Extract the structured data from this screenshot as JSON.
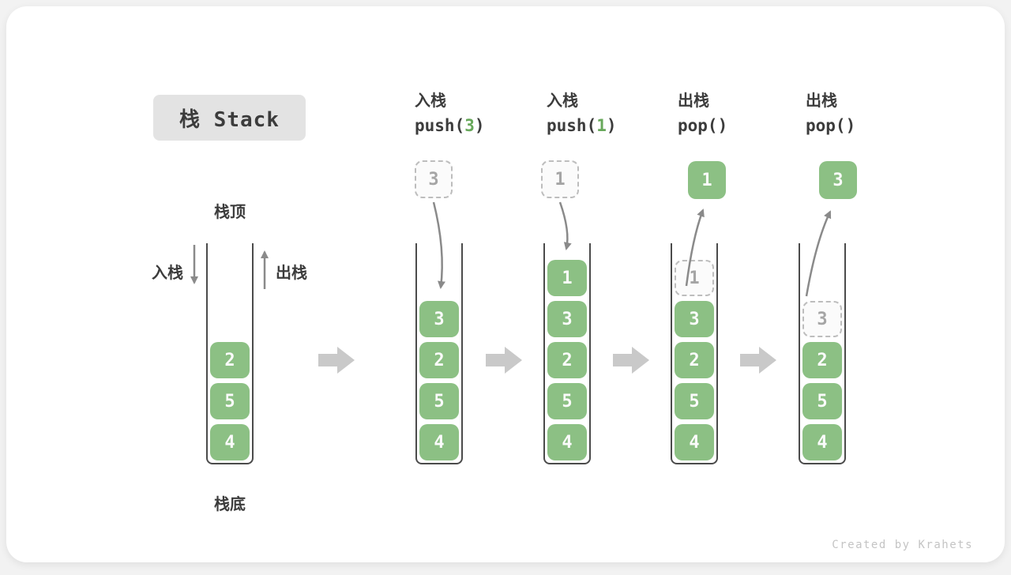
{
  "title": "栈 Stack",
  "watermark": "Created by Krahets",
  "colors": {
    "box_green": "#8cc084",
    "code_arg_green": "#67a85a",
    "block_arrow_gray": "#c9c9c9",
    "curve_arrow_gray": "#8a8a8a",
    "wall_dark": "#4b4b4b",
    "title_bg": "#e3e3e3"
  },
  "legend": {
    "stack_top": "栈顶",
    "stack_bottom": "栈底",
    "push": "入栈",
    "pop": "出栈"
  },
  "stages": [
    {
      "cells": [
        {
          "v": "2"
        },
        {
          "v": "5"
        },
        {
          "v": "4"
        }
      ]
    },
    {
      "op": "入栈",
      "code_pre": "push(",
      "code_arg": "3",
      "code_post": ")",
      "floating": {
        "v": "3"
      },
      "cells": [
        {
          "v": "3"
        },
        {
          "v": "2"
        },
        {
          "v": "5"
        },
        {
          "v": "4"
        }
      ]
    },
    {
      "op": "入栈",
      "code_pre": "push(",
      "code_arg": "1",
      "code_post": ")",
      "floating": {
        "v": "1"
      },
      "cells": [
        {
          "v": "1"
        },
        {
          "v": "3"
        },
        {
          "v": "2"
        },
        {
          "v": "5"
        },
        {
          "v": "4"
        }
      ]
    },
    {
      "op": "出栈",
      "code_pre": "pop(",
      "code_arg": "",
      "code_post": ")",
      "floating": {
        "v": "1"
      },
      "cells": [
        {
          "v": "1"
        },
        {
          "v": "3"
        },
        {
          "v": "2"
        },
        {
          "v": "5"
        },
        {
          "v": "4"
        }
      ]
    },
    {
      "op": "出栈",
      "code_pre": "pop(",
      "code_arg": "",
      "code_post": ")",
      "floating": {
        "v": "3"
      },
      "cells": [
        {
          "v": "3"
        },
        {
          "v": "2"
        },
        {
          "v": "5"
        },
        {
          "v": "4"
        }
      ]
    }
  ]
}
